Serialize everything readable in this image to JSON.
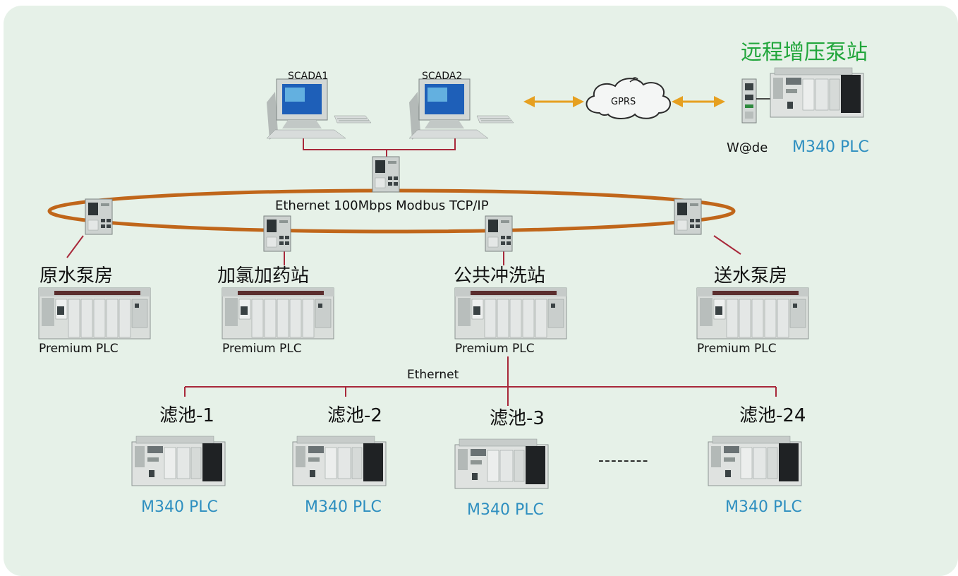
{
  "title": "远程增压泵站",
  "computers": [
    "SCADA1",
    "SCADA2"
  ],
  "gprs_label": "GPRS",
  "remote": {
    "modem_label": "W@de",
    "plc_label": "M340 PLC"
  },
  "ring_label": "Ethernet 100Mbps Modbus TCP/IP",
  "stations": [
    {
      "name": "原水泵房",
      "plc": "Premium PLC"
    },
    {
      "name": "加氯加药站",
      "plc": "Premium PLC"
    },
    {
      "name": "公共冲洗站",
      "plc": "Premium PLC"
    },
    {
      "name": "送水泵房",
      "plc": "Premium PLC"
    }
  ],
  "sub_network_label": "Ethernet",
  "filters": [
    {
      "name": "滤池-1",
      "plc": "M340 PLC"
    },
    {
      "name": "滤池-2",
      "plc": "M340 PLC"
    },
    {
      "name": "滤池-3",
      "plc": "M340 PLC"
    },
    {
      "name": "滤池-24",
      "plc": "M340 PLC"
    }
  ],
  "ellipsis": "--------",
  "colors": {
    "ring": "#c0661a",
    "link": "#a8283a",
    "arrow": "#e6a020",
    "title": "#22a63c",
    "m340": "#2e8fc0",
    "background": "#e6f1e8"
  }
}
